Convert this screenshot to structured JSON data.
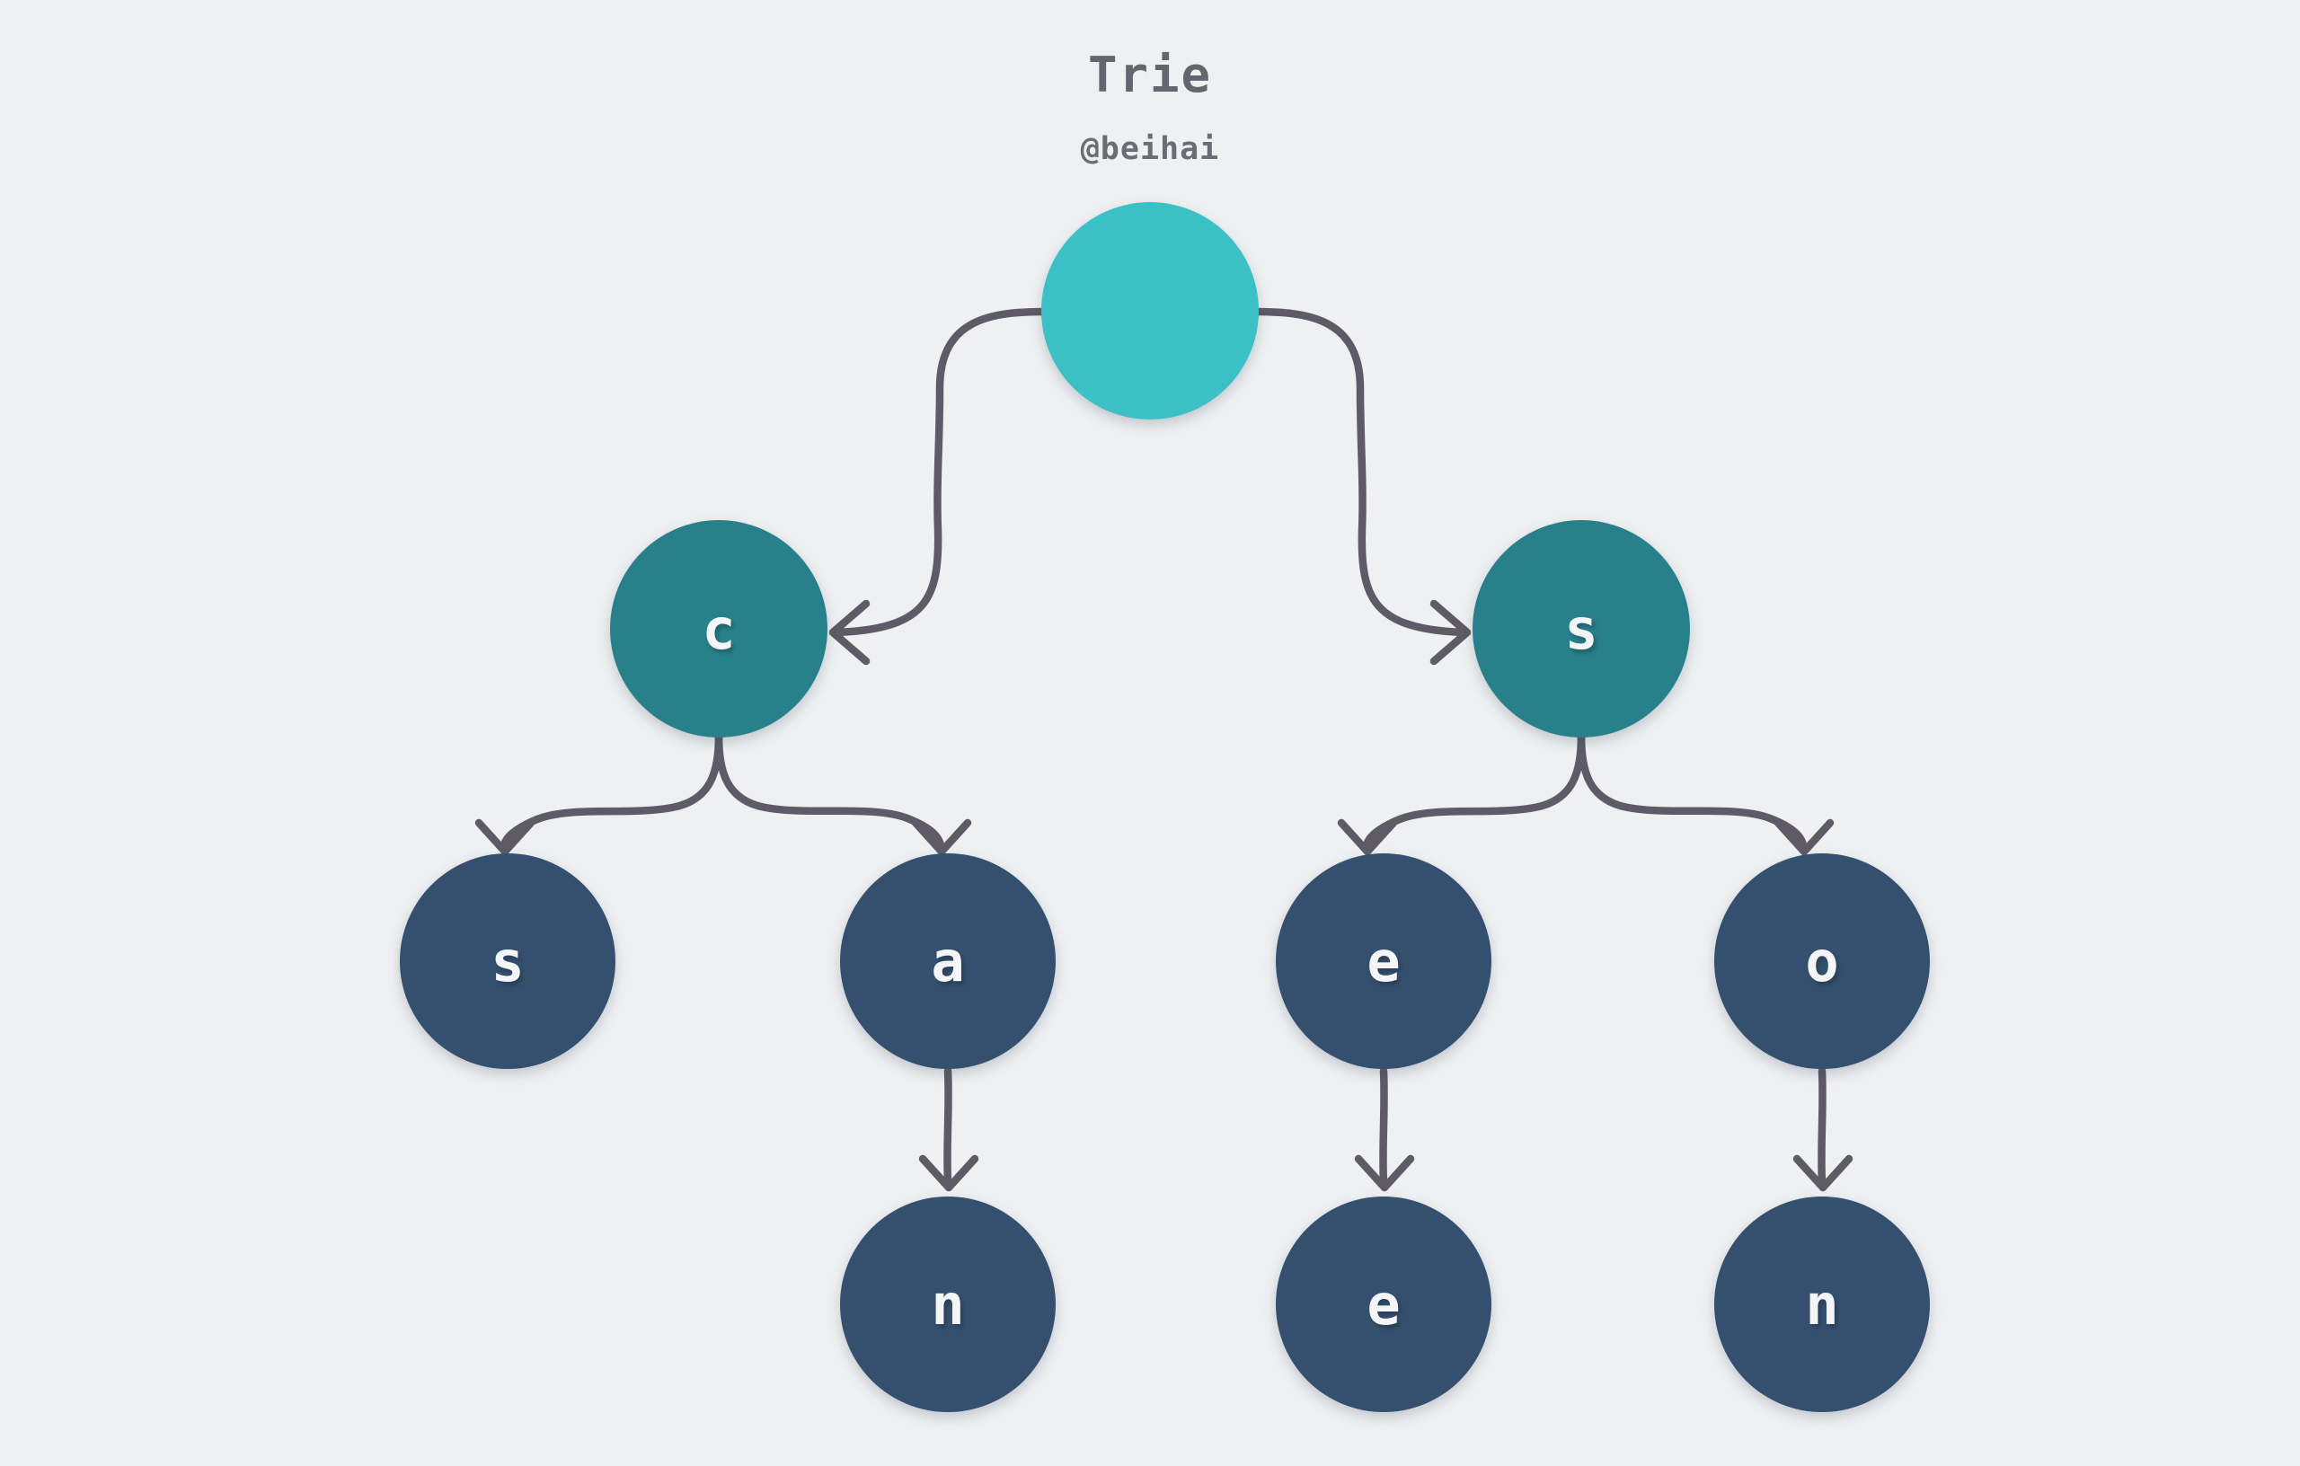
{
  "header": {
    "title": "Trie",
    "subtitle": "@beihai"
  },
  "colors": {
    "background": "#eef0f2",
    "edge": "#5e5a66",
    "title_text": "#63666e",
    "subtitle_text": "#6a6d75",
    "root_node": "#3bc0c6",
    "branch_node": "#28818a",
    "leaf_node": "#35506e",
    "node_text": "#f3f5f6"
  },
  "tree": {
    "type": "trie",
    "nodes": [
      {
        "id": "root",
        "label": "",
        "level": 1
      },
      {
        "id": "c",
        "label": "c",
        "level": 2
      },
      {
        "id": "s",
        "label": "s",
        "level": 2
      },
      {
        "id": "c-s",
        "label": "s",
        "level": 3
      },
      {
        "id": "c-a",
        "label": "a",
        "level": 3
      },
      {
        "id": "s-e",
        "label": "e",
        "level": 3
      },
      {
        "id": "s-o",
        "label": "o",
        "level": 3
      },
      {
        "id": "a-n",
        "label": "n",
        "level": 4
      },
      {
        "id": "e-e",
        "label": "e",
        "level": 4
      },
      {
        "id": "o-n",
        "label": "n",
        "level": 4
      }
    ],
    "edges": [
      {
        "from": "root",
        "to": "c"
      },
      {
        "from": "root",
        "to": "s"
      },
      {
        "from": "c",
        "to": "c-s"
      },
      {
        "from": "c",
        "to": "c-a"
      },
      {
        "from": "s",
        "to": "s-e"
      },
      {
        "from": "s",
        "to": "s-o"
      },
      {
        "from": "c-a",
        "to": "a-n"
      },
      {
        "from": "s-e",
        "to": "e-e"
      },
      {
        "from": "s-o",
        "to": "o-n"
      }
    ]
  }
}
